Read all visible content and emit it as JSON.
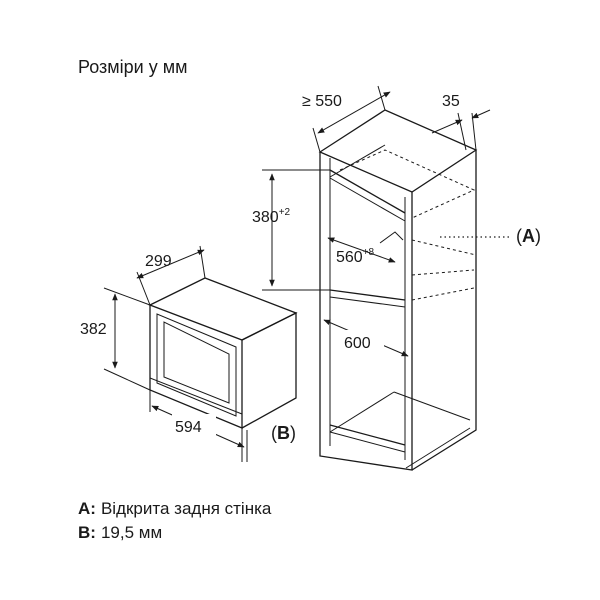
{
  "title": "Розміри у мм",
  "dims": {
    "depth_min": "≥ 550",
    "gap": "35",
    "height_niche": "380",
    "height_niche_tol": "+2",
    "width_niche": "560",
    "width_niche_tol": "+8",
    "width_cabinet": "600",
    "appliance_depth": "299",
    "appliance_height": "382",
    "appliance_width": "594"
  },
  "callouts": {
    "a": "A",
    "b": "B",
    "open": "(",
    "close": ")"
  },
  "legend": {
    "a_key": "A:",
    "a_text": "Відкрита задня стінка",
    "b_key": "B:",
    "b_text": "19,5 мм"
  }
}
